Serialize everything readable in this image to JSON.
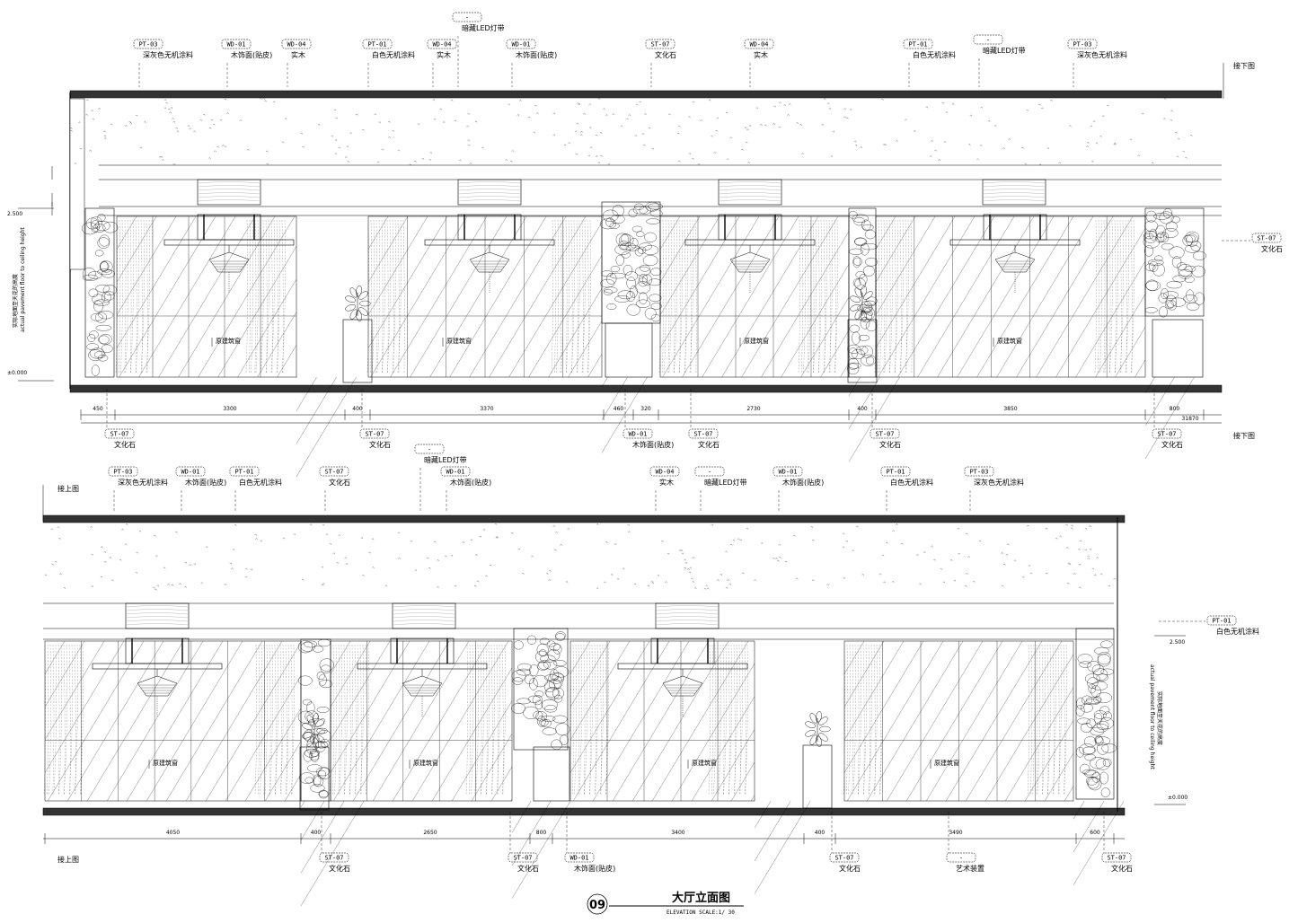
{
  "drawing": {
    "title": "大厅立面图",
    "number": "09",
    "subtitle": "ELEVATION    SCALE:1/ 30"
  },
  "upper": {
    "callouts": [
      {
        "code": "PT-03",
        "text": "深灰色无机涂料"
      },
      {
        "code": "WD-01",
        "text": "木饰面(贴皮)"
      },
      {
        "code": "WD-04",
        "text": "实木"
      },
      {
        "code": "PT-01",
        "text": "白色无机涂料"
      },
      {
        "code": "WD-04",
        "text": "实木"
      },
      {
        "code": "",
        "text": "暗藏LED灯带"
      },
      {
        "code": "WD-01",
        "text": "木饰面(贴皮)"
      },
      {
        "code": "ST-07",
        "text": "文化石"
      },
      {
        "code": "WD-04",
        "text": "实木"
      },
      {
        "code": "PT-01",
        "text": "白色无机涂料"
      },
      {
        "code": "",
        "text": "暗藏LED灯带"
      },
      {
        "code": "PT-03",
        "text": "深灰色无机涂料"
      }
    ],
    "side_callout": {
      "code": "ST-07",
      "text": "文化石"
    },
    "next_note": "接下图",
    "window_label": "原建筑窗",
    "dims": [
      "450",
      "3300",
      "400",
      "3370",
      "460",
      "320",
      "2730",
      "400",
      "3850",
      "800",
      "31870"
    ],
    "bottom_callouts": [
      {
        "code": "ST-07",
        "text": "文化石"
      },
      {
        "code": "ST-07",
        "text": "文化石"
      },
      {
        "code": "WD-01",
        "text": "木饰面(贴皮)"
      },
      {
        "code": "ST-07",
        "text": "文化石"
      },
      {
        "code": "ST-07",
        "text": "文化石"
      },
      {
        "code": "ST-07",
        "text": "文化石"
      }
    ],
    "level_top": "2.500",
    "level_zero": "±0.000",
    "height_note_cn": "实际地面至天花的高度",
    "height_note_en": "actual pavement floor to ceiling height"
  },
  "lower": {
    "prev_note": "接上图",
    "callouts": [
      {
        "code": "PT-03",
        "text": "深灰色无机涂料"
      },
      {
        "code": "WD-01",
        "text": "木饰面(贴皮)"
      },
      {
        "code": "PT-01",
        "text": "白色无机涂料"
      },
      {
        "code": "ST-07",
        "text": "文化石"
      },
      {
        "code": "",
        "text": "暗藏LED灯带"
      },
      {
        "code": "WD-01",
        "text": "木饰面(贴皮)"
      },
      {
        "code": "WD-04",
        "text": "实木"
      },
      {
        "code": "",
        "text": "暗藏LED灯带"
      },
      {
        "code": "WD-01",
        "text": "木饰面(贴皮)"
      },
      {
        "code": "PT-01",
        "text": "白色无机涂料"
      },
      {
        "code": "PT-03",
        "text": "深灰色无机涂料"
      }
    ],
    "side_callout": {
      "code": "PT-01",
      "text": "白色无机涂料"
    },
    "window_label": "原建筑窗",
    "dims": [
      "4050",
      "400",
      "2650",
      "800",
      "3400",
      "400",
      "3490",
      "600"
    ],
    "bottom_callouts": [
      {
        "code": "ST-07",
        "text": "文化石"
      },
      {
        "code": "ST-07",
        "text": "文化石"
      },
      {
        "code": "WD-01",
        "text": "木饰面(贴皮)"
      },
      {
        "code": "ST-07",
        "text": "文化石"
      },
      {
        "code": "",
        "text": "艺术装置"
      },
      {
        "code": "ST-07",
        "text": "文化石"
      }
    ],
    "level_top": "2.500",
    "level_zero": "±0.000"
  }
}
